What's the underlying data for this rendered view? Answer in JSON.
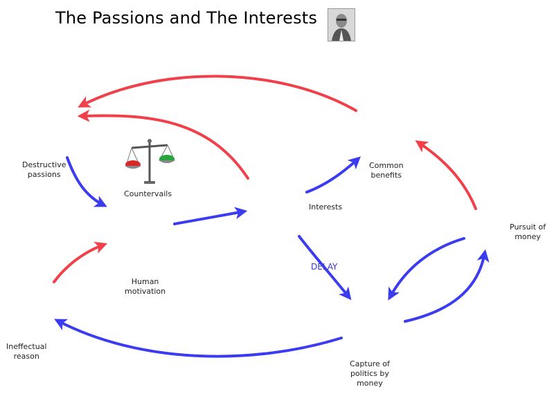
{
  "title": "The Passions and The Interests",
  "icons": {
    "portrait": "portrait-photo",
    "scale": "balance-scale-icon"
  },
  "colors": {
    "blue_arrow": "#3b3bf0",
    "red_arrow": "#f0404a",
    "delay_text": "#3535d8"
  },
  "labels": {
    "destructive_passions": [
      "Destructive",
      "passions"
    ],
    "countervails": "Countervails",
    "interests": "Interests",
    "common_benefits": [
      "Common",
      "benefits"
    ],
    "pursuit_of_money": [
      "Pursuit of",
      "money"
    ],
    "delay": "DELAY",
    "human_motivation": [
      "Human",
      "motivation"
    ],
    "ineffectual_reason": [
      "Ineffectual",
      "reason"
    ],
    "capture_of_politics": [
      "Capture of",
      "politics by",
      "money"
    ]
  }
}
